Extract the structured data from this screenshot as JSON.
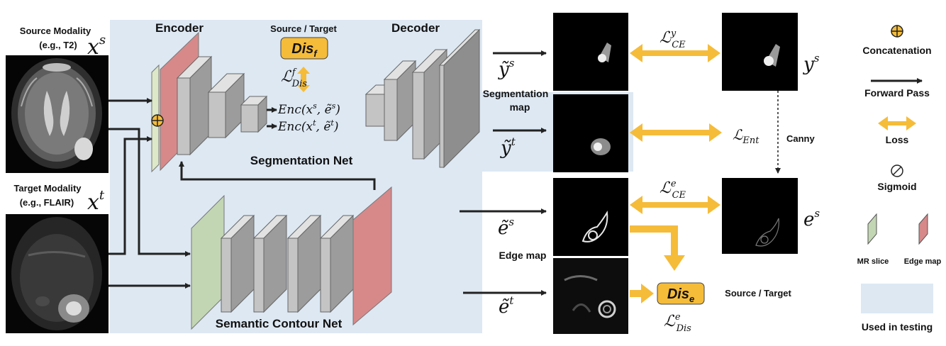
{
  "inputs": {
    "source_label": "Source Modality",
    "source_example": "(e.g., T2)",
    "source_symbol": "x",
    "source_sup": "s",
    "target_label": "Target Modality",
    "target_example": "(e.g., FLAIR)",
    "target_symbol": "x",
    "target_sup": "t"
  },
  "segmentation_net": {
    "encoder_label": "Encoder",
    "decoder_label": "Decoder",
    "net_label": "Segmentation Net",
    "source_target_label": "Source / Target",
    "disc_main": "Dis",
    "disc_sub": "f",
    "loss_main": "ℒ",
    "loss_sup": "f",
    "loss_sub": "Dis",
    "enc_source_text": "Enc(x",
    "enc_source_sup1": "s",
    "enc_source_mid": ", ẽ",
    "enc_source_sup2": "s",
    "enc_source_end": ")",
    "enc_target_text": "Enc(x",
    "enc_target_sup1": "t",
    "enc_target_mid": ", ẽ",
    "enc_target_sup2": "t",
    "enc_target_end": ")"
  },
  "contour_net": {
    "net_label": "Semantic Contour Net"
  },
  "outputs": {
    "y_source_symbol": "ỹ",
    "y_source_sup": "s",
    "y_target_symbol": "ỹ",
    "y_target_sup": "t",
    "seg_map_line1": "Segmentation",
    "seg_map_line2": "map",
    "e_source_symbol": "ẽ",
    "e_source_sup": "s",
    "e_target_symbol": "ẽ",
    "e_target_sup": "t",
    "edge_map_label": "Edge map",
    "gt_y_symbol": "y",
    "gt_y_sup": "s",
    "gt_e_symbol": "e",
    "gt_e_sup": "s",
    "canny_label": "Canny",
    "loss_ce_y_main": "ℒ",
    "loss_ce_y_sup": "y",
    "loss_ce_y_sub": "CE",
    "loss_ent_main": "ℒ",
    "loss_ent_sub": "Ent",
    "loss_ce_e_main": "ℒ",
    "loss_ce_e_sup": "e",
    "loss_ce_e_sub": "CE",
    "disc_e_main": "Dis",
    "disc_e_sub": "e",
    "loss_dis_e_main": "ℒ",
    "loss_dis_e_sup": "e",
    "loss_dis_e_sub": "Dis",
    "source_target_label": "Source / Target"
  },
  "legend": {
    "concat_label": "Concatenation",
    "forward_label": "Forward Pass",
    "loss_label": "Loss",
    "sigmoid_label": "Sigmoid",
    "mr_slice_label": "MR slice",
    "edge_map_label": "Edge map",
    "testing_label": "Used in testing"
  },
  "colors": {
    "testing_region": "#dde8f3",
    "loss_arrow": "#f5bc3a",
    "mr_slice": "#c3d6b4",
    "edge_map": "#d7898a",
    "block": "#bfbfbf",
    "disc_box": "#f5bc3a"
  }
}
